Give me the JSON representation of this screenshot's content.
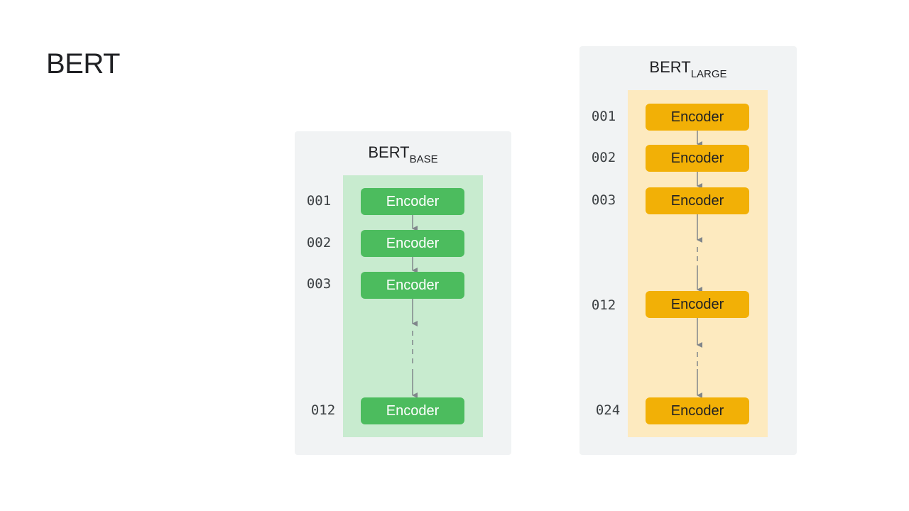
{
  "title": "BERT",
  "colors": {
    "panel_bg": "#f1f3f4",
    "base_column": "#c8ebcf",
    "base_encoder": "#4cbc5e",
    "large_column": "#fdeabf",
    "large_encoder": "#f2b006",
    "arrow": "#80868b"
  },
  "base": {
    "name": "BERT",
    "subscript": "BASE",
    "layers": [
      {
        "label": "001",
        "block": "Encoder"
      },
      {
        "label": "002",
        "block": "Encoder"
      },
      {
        "label": "003",
        "block": "Encoder"
      },
      {
        "label": "012",
        "block": "Encoder"
      }
    ]
  },
  "large": {
    "name": "BERT",
    "subscript": "LARGE",
    "layers": [
      {
        "label": "001",
        "block": "Encoder"
      },
      {
        "label": "002",
        "block": "Encoder"
      },
      {
        "label": "003",
        "block": "Encoder"
      },
      {
        "label": "012",
        "block": "Encoder"
      },
      {
        "label": "024",
        "block": "Encoder"
      }
    ]
  }
}
